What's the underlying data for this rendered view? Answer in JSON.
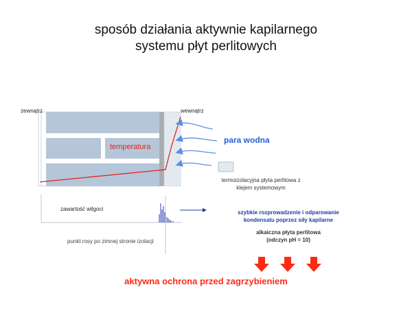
{
  "title": {
    "line1": "sposób działania aktywnie kapilarnego",
    "line2": "systemu płyt perlitowych"
  },
  "labels": {
    "outside": "zewnątrz",
    "inside": "wewnątrz",
    "temperature": "temperatura",
    "vapor": "para wodna",
    "board_desc_1": "termoizolacyjna płyta perlitowa z",
    "board_desc_2": "klejem systemowym",
    "moisture": "zawartość wilgoci",
    "dew_point": "punkt rosy po zimnej stronie izolacji",
    "capillary_1": "szybkie rozprowadzenie i odparowanie",
    "capillary_2": "kondensatu poprzez siły kapilarne",
    "alkaline_1": "alkaiczna płyta perlitowa",
    "alkaline_2": "(odczyn pH = 10)",
    "result": "aktywna ochrona przed zagrzybieniem"
  },
  "colors": {
    "wall_block": "#b5c6d8",
    "grid": "#d0dbe6",
    "temperature_line": "#e22222",
    "vapor_arrow": "#5a8fe6",
    "result_red": "#ff2a14"
  },
  "icons": [
    "vapor-arrow-icon",
    "down-arrow-icon",
    "perlite-board-swatch-icon"
  ]
}
